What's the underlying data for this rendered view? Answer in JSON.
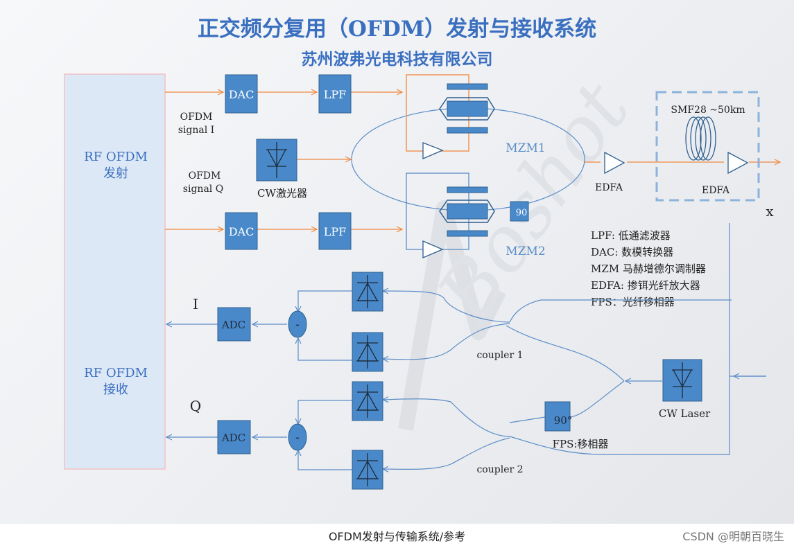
{
  "title": "正交频分复用（OFDM）发射与接收系统",
  "subtitle": "苏州波弗光电科技有限公司",
  "blocks": {
    "rf_tx": "RF OFDM",
    "rf_tx_sub": "发射",
    "rf_rx": "RF OFDM",
    "rf_rx_sub": "接收",
    "dac": "DAC",
    "lpf": "LPF",
    "adc": "ADC",
    "minus": "-",
    "phase_90": "90°",
    "mzm_phase": "90"
  },
  "labels": {
    "ofdm_i": "OFDM",
    "signal_i": "signal I",
    "ofdm_q": "OFDM",
    "signal_q": "signal Q",
    "cw_laser_cn": "CW激光器",
    "mzm1": "MZM1",
    "mzm2": "MZM2",
    "edfa1": "EDFA",
    "edfa2": "EDFA",
    "fiber": "SMF28 ~50km",
    "x_mark": "x",
    "i_mark": "I",
    "q_mark": "Q",
    "coupler1": "coupler 1",
    "coupler2": "coupler 2",
    "cw_laser": "CW Laser",
    "fps": "FPS:移相器"
  },
  "legend": [
    "LPF: 低通滤波器",
    "DAC: 数模转换器",
    "MZM 马赫增德尔调制器",
    "EDFA: 掺铒光纤放大器",
    "FPS：光纤移相器"
  ],
  "watermark": "Boshot",
  "caption": "OFDM发射与传输系统/参考",
  "credit": "CSDN @明朝百晓生",
  "colors": {
    "title": "#3a6fc0",
    "block_fill": "#4a89c9",
    "block_stroke": "#2e5f8f",
    "rf_panel": "#dde8f6",
    "rf_panel_border": "#f2c0c5",
    "orange_line": "#f0883e",
    "blue_line": "#5b8dc7"
  }
}
